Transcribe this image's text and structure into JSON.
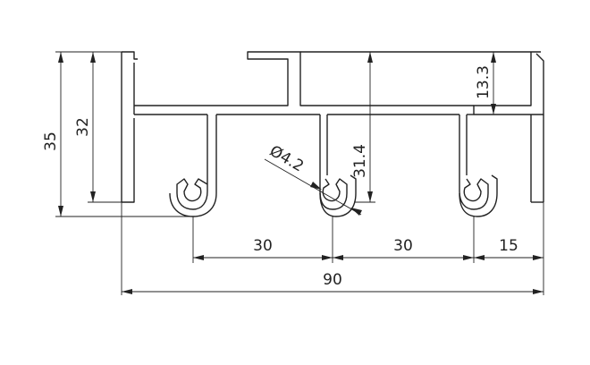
{
  "drawing": {
    "dimensions": {
      "height_35": "35",
      "height_32": "32",
      "height_31_4": "31.4",
      "height_13_3": "13.3",
      "diameter": "Ø4.2",
      "span_left_30": "30",
      "span_mid_30": "30",
      "span_right_15": "15",
      "total_width_90": "90"
    },
    "colors": {
      "line": "#222222",
      "background": "#ffffff"
    }
  }
}
